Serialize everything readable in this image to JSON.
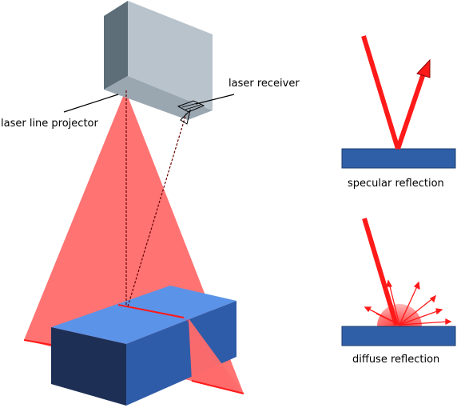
{
  "labels": {
    "laser_receiver": "laser receiver",
    "laser_line_projector": "laser line projector",
    "specular_reflection": "specular reflection",
    "diffuse_reflection": "diffuse reflection"
  },
  "colors": {
    "laser_fan": "#ff6b6b",
    "laser_line": "#ff1a1a",
    "housing_light": "#b8c3cc",
    "housing_mid": "#8a98a3",
    "housing_dark": "#5d6e78",
    "box_top": "#5b93e8",
    "box_front": "#1d2f55",
    "box_side": "#2f5ca8",
    "surface": "#2f5fa6"
  }
}
